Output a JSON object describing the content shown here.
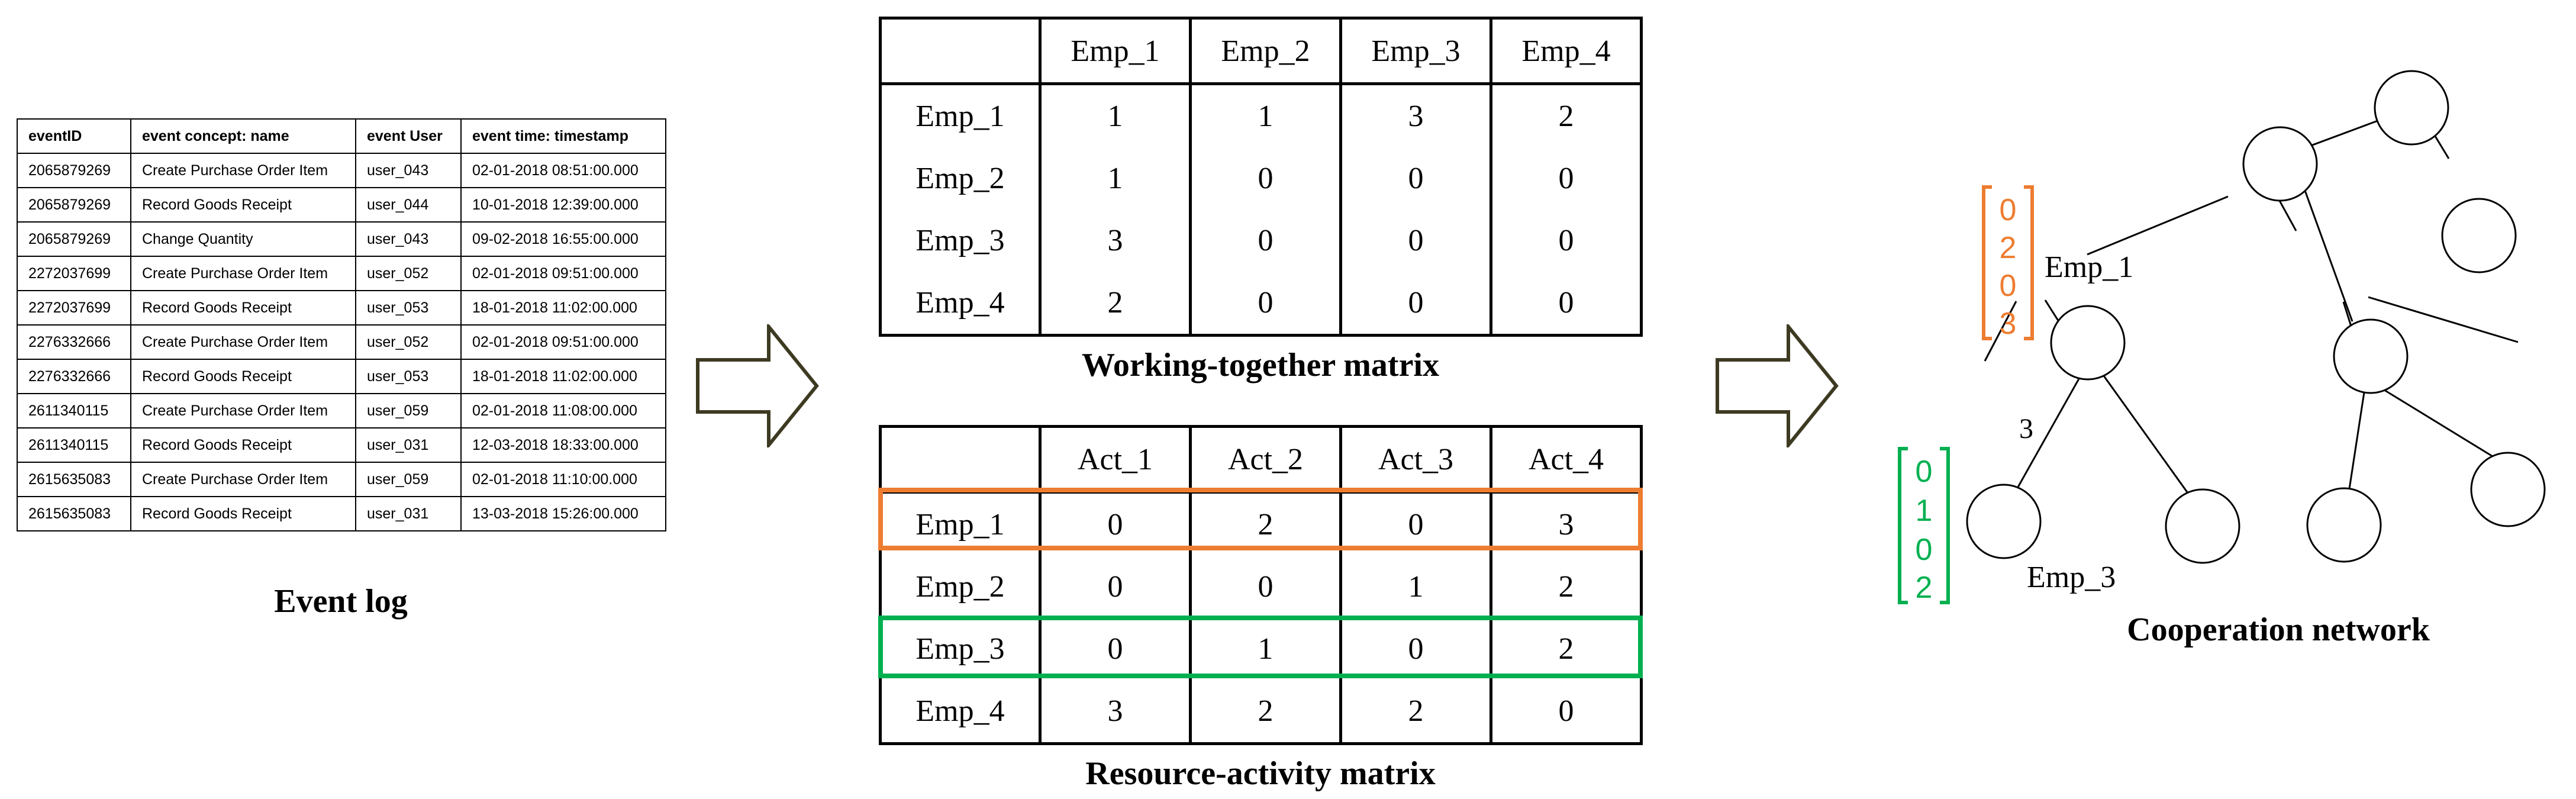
{
  "event_log": {
    "columns": [
      "eventID",
      "event concept: name",
      "event User",
      "event time: timestamp"
    ],
    "rows": [
      [
        "2065879269",
        "Create Purchase Order Item",
        "user_043",
        "02-01-2018 08:51:00.000"
      ],
      [
        "2065879269",
        "Record Goods Receipt",
        "user_044",
        "10-01-2018 12:39:00.000"
      ],
      [
        "2065879269",
        "Change Quantity",
        "user_043",
        "09-02-2018 16:55:00.000"
      ],
      [
        "2272037699",
        "Create Purchase Order Item",
        "user_052",
        "02-01-2018 09:51:00.000"
      ],
      [
        "2272037699",
        "Record Goods Receipt",
        "user_053",
        "18-01-2018 11:02:00.000"
      ],
      [
        "2276332666",
        "Create Purchase Order Item",
        "user_052",
        "02-01-2018 09:51:00.000"
      ],
      [
        "2276332666",
        "Record Goods Receipt",
        "user_053",
        "18-01-2018 11:02:00.000"
      ],
      [
        "2611340115",
        "Create Purchase Order Item",
        "user_059",
        "02-01-2018 11:08:00.000"
      ],
      [
        "2611340115",
        "Record Goods Receipt",
        "user_031",
        "12-03-2018 18:33:00.000"
      ],
      [
        "2615635083",
        "Create Purchase Order Item",
        "user_059",
        "02-01-2018 11:10:00.000"
      ],
      [
        "2615635083",
        "Record Goods Receipt",
        "user_031",
        "13-03-2018 15:26:00.000"
      ]
    ],
    "caption": "Event log"
  },
  "working_together_matrix": {
    "columns": [
      "Emp_1",
      "Emp_2",
      "Emp_3",
      "Emp_4"
    ],
    "rows": [
      {
        "label": "Emp_1",
        "values": [
          "1",
          "1",
          "3",
          "2"
        ]
      },
      {
        "label": "Emp_2",
        "values": [
          "1",
          "0",
          "0",
          "0"
        ]
      },
      {
        "label": "Emp_3",
        "values": [
          "3",
          "0",
          "0",
          "0"
        ]
      },
      {
        "label": "Emp_4",
        "values": [
          "2",
          "0",
          "0",
          "0"
        ]
      }
    ],
    "caption": "Working-together matrix"
  },
  "resource_activity_matrix": {
    "columns": [
      "Act_1",
      "Act_2",
      "Act_3",
      "Act_4"
    ],
    "rows": [
      {
        "label": "Emp_1",
        "values": [
          "0",
          "2",
          "0",
          "3"
        ]
      },
      {
        "label": "Emp_2",
        "values": [
          "0",
          "0",
          "1",
          "2"
        ]
      },
      {
        "label": "Emp_3",
        "values": [
          "0",
          "1",
          "0",
          "2"
        ]
      },
      {
        "label": "Emp_4",
        "values": [
          "3",
          "2",
          "2",
          "0"
        ]
      }
    ],
    "caption": "Resource-activity matrix"
  },
  "cooperation_network": {
    "caption": "Cooperation network",
    "node_labels": {
      "emp1": "Emp_1",
      "emp3": "Emp_3"
    },
    "edge_label": "3",
    "vector_emp1": [
      "0",
      "2",
      "0",
      "3"
    ],
    "vector_emp3": [
      "0",
      "1",
      "0",
      "2"
    ]
  },
  "colors": {
    "orange": "#ED7D31",
    "green": "#00B050",
    "arrow_stroke": "#3D3A22"
  }
}
